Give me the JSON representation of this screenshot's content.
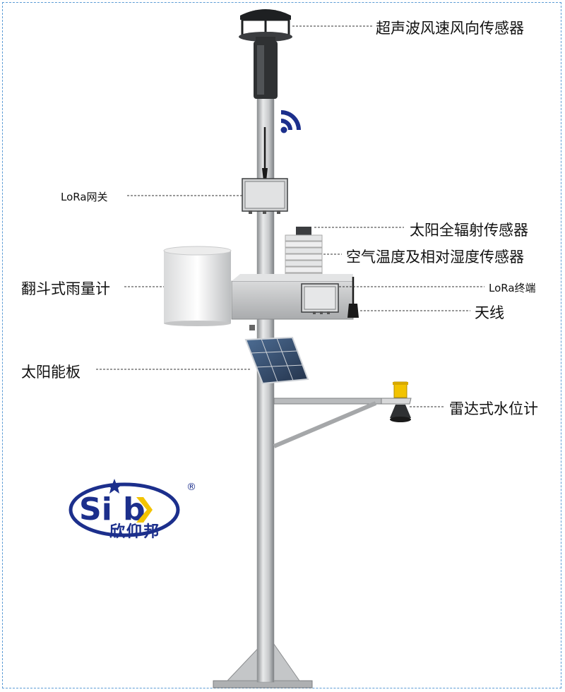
{
  "labels": {
    "ultrasonic_sensor": "超声波风速风向传感器",
    "lora_gateway": "LoRa网关",
    "solar_radiation_sensor": "太阳全辐射传感器",
    "air_temp_humidity_sensor": "空气温度及相对湿度传感器",
    "rain_gauge": "翻斗式雨量计",
    "lora_terminal": "LoRa终端",
    "antenna": "天线",
    "solar_panel": "太阳能板",
    "radar_water_level": "雷达式水位计"
  },
  "brand": {
    "logo_text": "Si b",
    "name": "欣仰邦",
    "registered_mark": "®",
    "color": "#1c2f8c",
    "accent_color": "#f2c300"
  },
  "icons": {
    "wireless": "wifi-signal-icon",
    "star": "star-icon"
  }
}
